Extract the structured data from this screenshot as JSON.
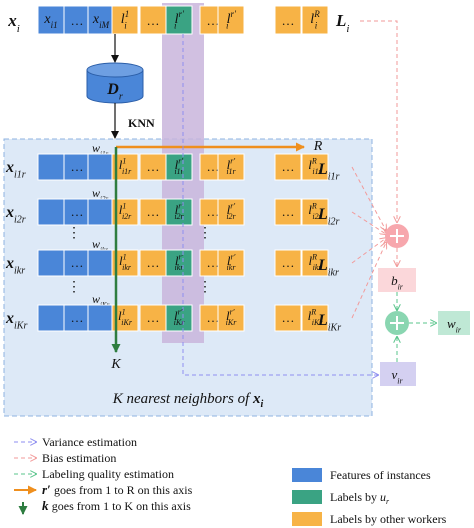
{
  "top": {
    "row_label": {
      "var": "x",
      "sub": "i"
    },
    "cells": [
      {
        "kind": "feature",
        "main": "x",
        "sub": "i1"
      },
      {
        "kind": "feature",
        "main": "…"
      },
      {
        "kind": "feature",
        "main": "x",
        "sub": "iM"
      },
      {
        "kind": "other",
        "main": "l",
        "sub": "i",
        "sup": "1"
      },
      {
        "kind": "other",
        "main": "…"
      },
      {
        "kind": "target",
        "main": "l",
        "sub": "i",
        "sup": "r′"
      },
      {
        "kind": "other",
        "main": "…"
      },
      {
        "kind": "other",
        "main": "l",
        "sub": "i",
        "sup": "r′"
      },
      {
        "kind": "other",
        "main": "…"
      },
      {
        "kind": "other",
        "main": "l",
        "sub": "i",
        "sup": "R"
      }
    ],
    "right_label": {
      "var": "L",
      "sub": "i"
    }
  },
  "database": {
    "var": "D",
    "sub": "r"
  },
  "knn_label": "KNN",
  "neighbors": [
    {
      "weight": {
        "var": "w",
        "sub": "i1r"
      },
      "row_label": {
        "var": "x",
        "sub": "i1r"
      },
      "sub": "i1r",
      "right_label": {
        "var": "L",
        "sub": "i1r"
      }
    },
    {
      "weight": {
        "var": "w",
        "sub": "i2r"
      },
      "row_label": {
        "var": "x",
        "sub": "i2r"
      },
      "sub": "i2r",
      "right_label": {
        "var": "L",
        "sub": "i2r"
      }
    },
    {
      "weight": {
        "var": "w",
        "sub": "ikr"
      },
      "row_label": {
        "var": "x",
        "sub": "ikr"
      },
      "sub": "ikr",
      "right_label": {
        "var": "L",
        "sub": "ikr"
      }
    },
    {
      "weight": {
        "var": "w",
        "sub": "iKr"
      },
      "row_label": {
        "var": "x",
        "sub": "iKr"
      },
      "sub": "iKr",
      "right_label": {
        "var": "L",
        "sub": "iKr"
      }
    }
  ],
  "neighbor_cells": [
    {
      "kind": "feature",
      "main": ""
    },
    {
      "kind": "feature",
      "main": "…"
    },
    {
      "kind": "feature",
      "main": ""
    },
    {
      "kind": "other",
      "main": "l",
      "sup": "1"
    },
    {
      "kind": "other",
      "main": "…"
    },
    {
      "kind": "target",
      "main": "l",
      "sup": "r′"
    },
    {
      "kind": "other",
      "main": "…"
    },
    {
      "kind": "other",
      "main": "l",
      "sup": "r′"
    },
    {
      "kind": "other",
      "main": "…"
    },
    {
      "kind": "other",
      "main": "l",
      "sup": "R"
    }
  ],
  "axis_r_label": "R",
  "axis_k_label": "K",
  "vdots": "⋮",
  "box_caption": {
    "text": "K nearest neighbors of",
    "var": "x",
    "sub": "i"
  },
  "nodes": {
    "bias": {
      "var": "b",
      "sub": "ir"
    },
    "variance": {
      "var": "v",
      "sub": "ir"
    },
    "weight_out": {
      "var": "w",
      "sub": "ir"
    }
  },
  "legend_lines": [
    {
      "style": "variance",
      "text": "Variance estimation"
    },
    {
      "style": "bias",
      "text": "Bias estimation"
    },
    {
      "style": "quality",
      "text": "Labeling quality estimation"
    },
    {
      "style": "r_axis",
      "sym": "r′",
      "text": "goes from 1 to R on this axis"
    },
    {
      "style": "k_axis",
      "sym": "k",
      "text": "goes from 1 to K on this axis"
    }
  ],
  "legend_boxes": [
    {
      "kind": "feature",
      "text": "Features of instances"
    },
    {
      "kind": "target",
      "text": "Labels by",
      "var": "u",
      "sub": "r"
    },
    {
      "kind": "other",
      "text": "Labels by other workers"
    }
  ],
  "colors": {
    "feature": "#4a86d8",
    "other": "#f7b346",
    "target": "#3aa383",
    "highlight": "#c9b5dc",
    "box_bg": "#dde9f7",
    "box_border": "#8fb3e0",
    "variance": "#8e8ef0",
    "bias": "#f29a9a",
    "quality": "#59c48b",
    "r_axis": "#ef8f1e",
    "k_axis": "#2e7d40",
    "node_bias": "#f7a7ad",
    "node_quality": "#8ad6b1",
    "label_bias": "#fbd7da",
    "label_variance": "#d4d0f1",
    "label_w": "#bfe8d5",
    "db": "#4a86d8"
  }
}
